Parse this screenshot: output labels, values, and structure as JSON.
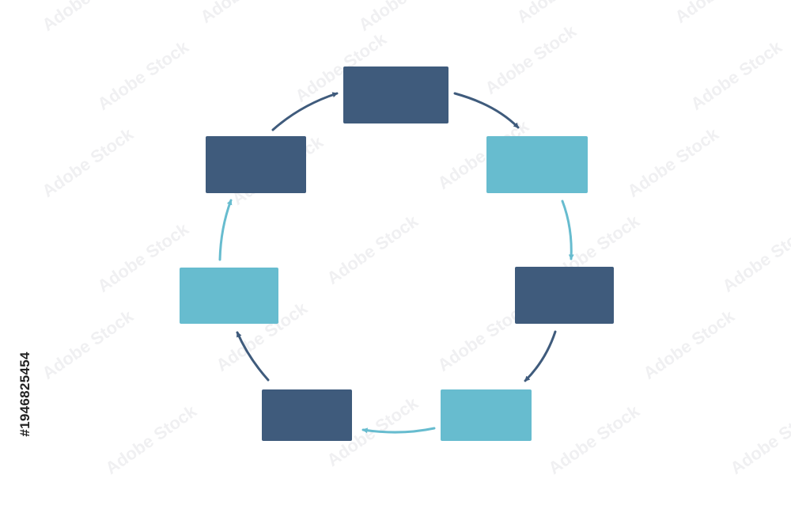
{
  "diagram": {
    "type": "cycle",
    "direction": "clockwise",
    "colors": {
      "dark": "#3f5b7c",
      "light": "#67bccf"
    },
    "nodes": [
      {
        "id": "top",
        "label": "",
        "tone": "dark"
      },
      {
        "id": "upper-right",
        "label": "",
        "tone": "light"
      },
      {
        "id": "lower-right",
        "label": "",
        "tone": "dark"
      },
      {
        "id": "bottom-right",
        "label": "",
        "tone": "light"
      },
      {
        "id": "bottom-left",
        "label": "",
        "tone": "dark"
      },
      {
        "id": "lower-left",
        "label": "",
        "tone": "light"
      },
      {
        "id": "upper-left",
        "label": "",
        "tone": "dark"
      }
    ],
    "edges": [
      {
        "from": "top",
        "to": "upper-right",
        "tone": "dark"
      },
      {
        "from": "upper-right",
        "to": "lower-right",
        "tone": "light"
      },
      {
        "from": "lower-right",
        "to": "bottom-right",
        "tone": "dark"
      },
      {
        "from": "bottom-right",
        "to": "bottom-left",
        "tone": "light"
      },
      {
        "from": "bottom-left",
        "to": "lower-left",
        "tone": "dark"
      },
      {
        "from": "lower-left",
        "to": "upper-left",
        "tone": "light"
      },
      {
        "from": "upper-left",
        "to": "top",
        "tone": "dark"
      }
    ]
  },
  "watermark": {
    "text": "Adobe Stock",
    "image_id": "#1946825454"
  }
}
